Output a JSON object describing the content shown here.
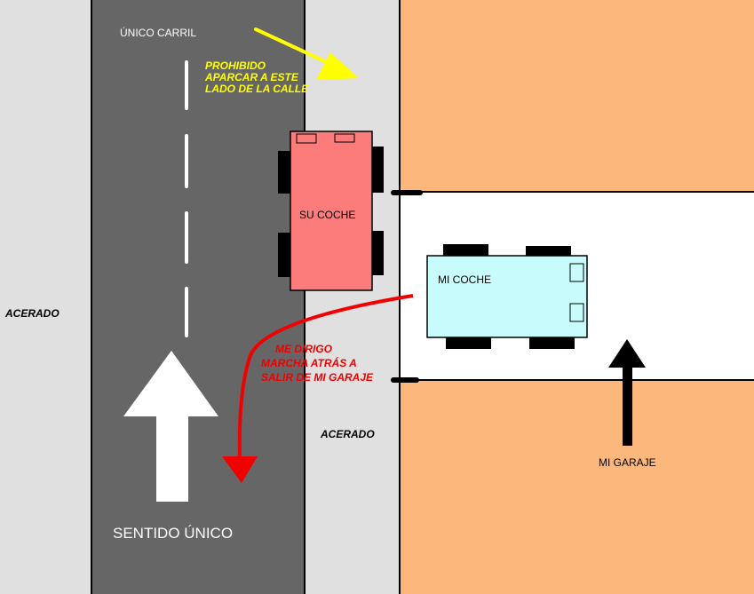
{
  "labels": {
    "unico_carril": "ÚNICO CARRIL",
    "prohibido": [
      "PROHIBIDO",
      "APARCAR A ESTE",
      "LADO DE LA CALLE"
    ],
    "su_coche": "SU COCHE",
    "mi_coche": "MI COCHE",
    "acerado_left": "ACERADO",
    "acerado_center": "ACERADO",
    "me_dirigo": [
      "ME DIRIGO",
      "MARCHA ATRÁS A",
      "SALIR DE MI GARAJE"
    ],
    "mi_garaje": "MI GARAJE",
    "sentido_unico": "SENTIDO ÚNICO"
  },
  "colors": {
    "sidewalk": "#e0e0e0",
    "road": "#666666",
    "lot": "#fcb87c",
    "driveway": "#ffffff",
    "su_coche": "#fc7c7c",
    "mi_coche": "#c8fcfc",
    "warning_text": "#ffff00",
    "reverse_path": "#f00000",
    "tire": "#000000"
  }
}
